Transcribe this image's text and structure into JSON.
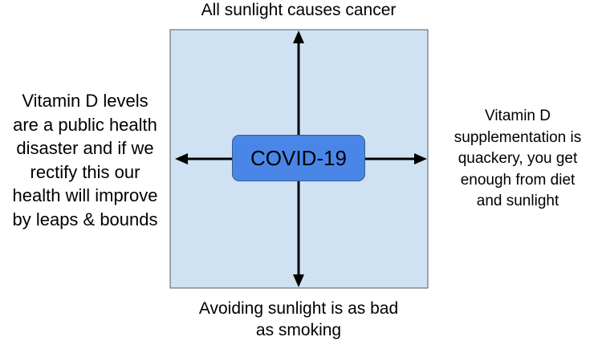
{
  "top_label": "All sunlight causes cancer",
  "left_label": "Vitamin D levels\nare a public health\ndisaster and if we\nrectify this our\nhealth will improve\nby leaps & bounds",
  "right_label": "Vitamin D\nsupplementation is\nquackery, you get\nenough from diet\nand sunlight",
  "bottom_label": "Avoiding sunlight is as bad\nas smoking",
  "center_label": "COVID-19",
  "colors": {
    "square_fill": "#cfe2f3",
    "center_fill": "#4a86e8"
  }
}
